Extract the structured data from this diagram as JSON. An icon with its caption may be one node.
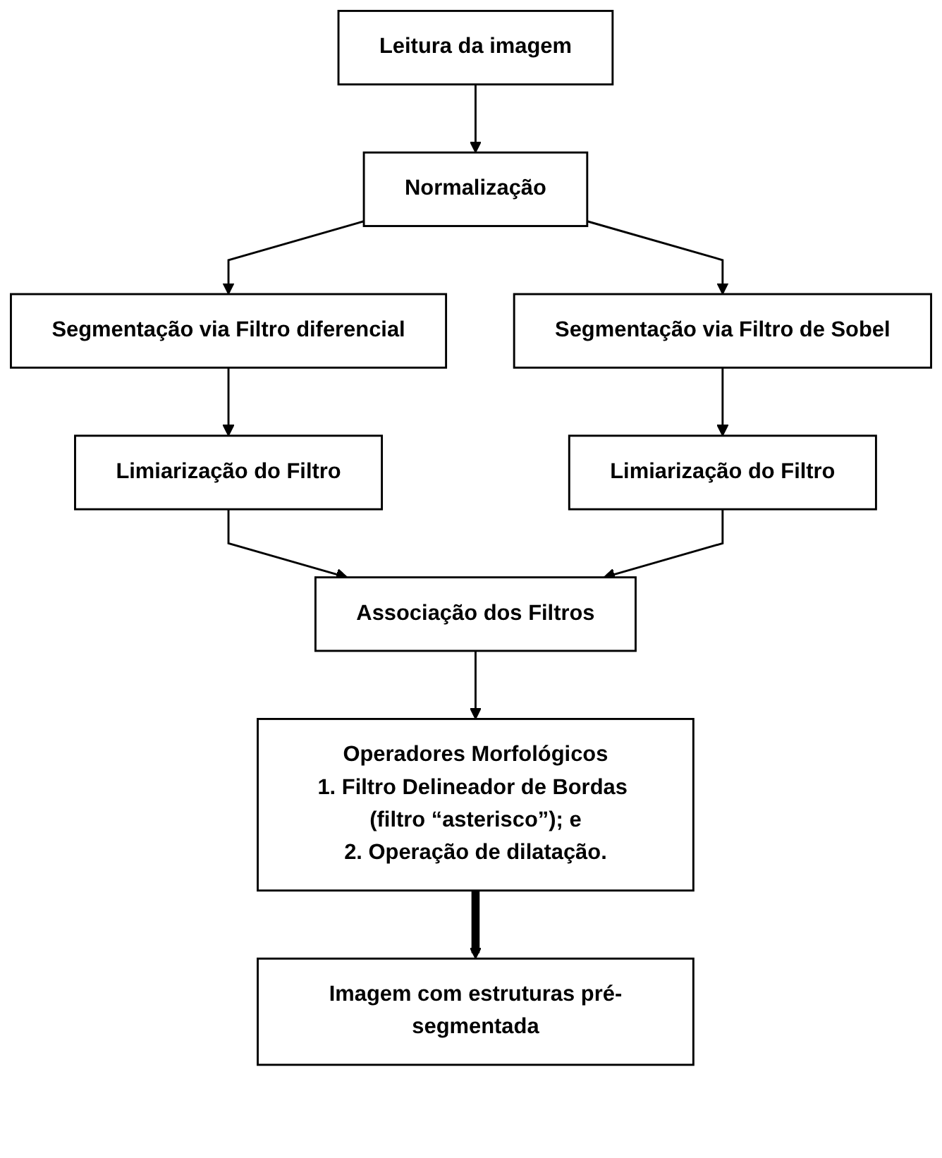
{
  "diagram": {
    "nodes": [
      {
        "text": [
          "Leitura da imagem"
        ]
      },
      {
        "text": [
          "Normalização"
        ]
      },
      {
        "text": [
          "Segmentação via Filtro diferencial"
        ]
      },
      {
        "text": [
          "Segmentação via Filtro de Sobel"
        ]
      },
      {
        "text": [
          "Limiarização do Filtro"
        ]
      },
      {
        "text": [
          "Limiarização do Filtro"
        ]
      },
      {
        "text": [
          "Associação dos Filtros"
        ]
      },
      {
        "text": [
          "Operadores Morfológicos",
          "1. Filtro Delineador de Bordas (filtro “asterisco”); e",
          "2. Operação de dilatação."
        ]
      },
      {
        "text": [
          "Imagem com estruturas pré-segmentada"
        ]
      }
    ],
    "edges": [
      {
        "from": 0,
        "to": 1,
        "arrow": "to"
      },
      {
        "from": 1,
        "to": 2,
        "arrow": "to"
      },
      {
        "from": 1,
        "to": 3,
        "arrow": "to"
      },
      {
        "from": 2,
        "to": 4,
        "arrow": "to"
      },
      {
        "from": 3,
        "to": 5,
        "arrow": "to"
      },
      {
        "from": 4,
        "to": 6,
        "arrow": "to"
      },
      {
        "from": 5,
        "to": 6,
        "arrow": "to"
      },
      {
        "from": 6,
        "to": 7,
        "arrow": "to"
      },
      {
        "from": 7,
        "to": 8,
        "arrow": "to",
        "style": "thick"
      }
    ]
  }
}
